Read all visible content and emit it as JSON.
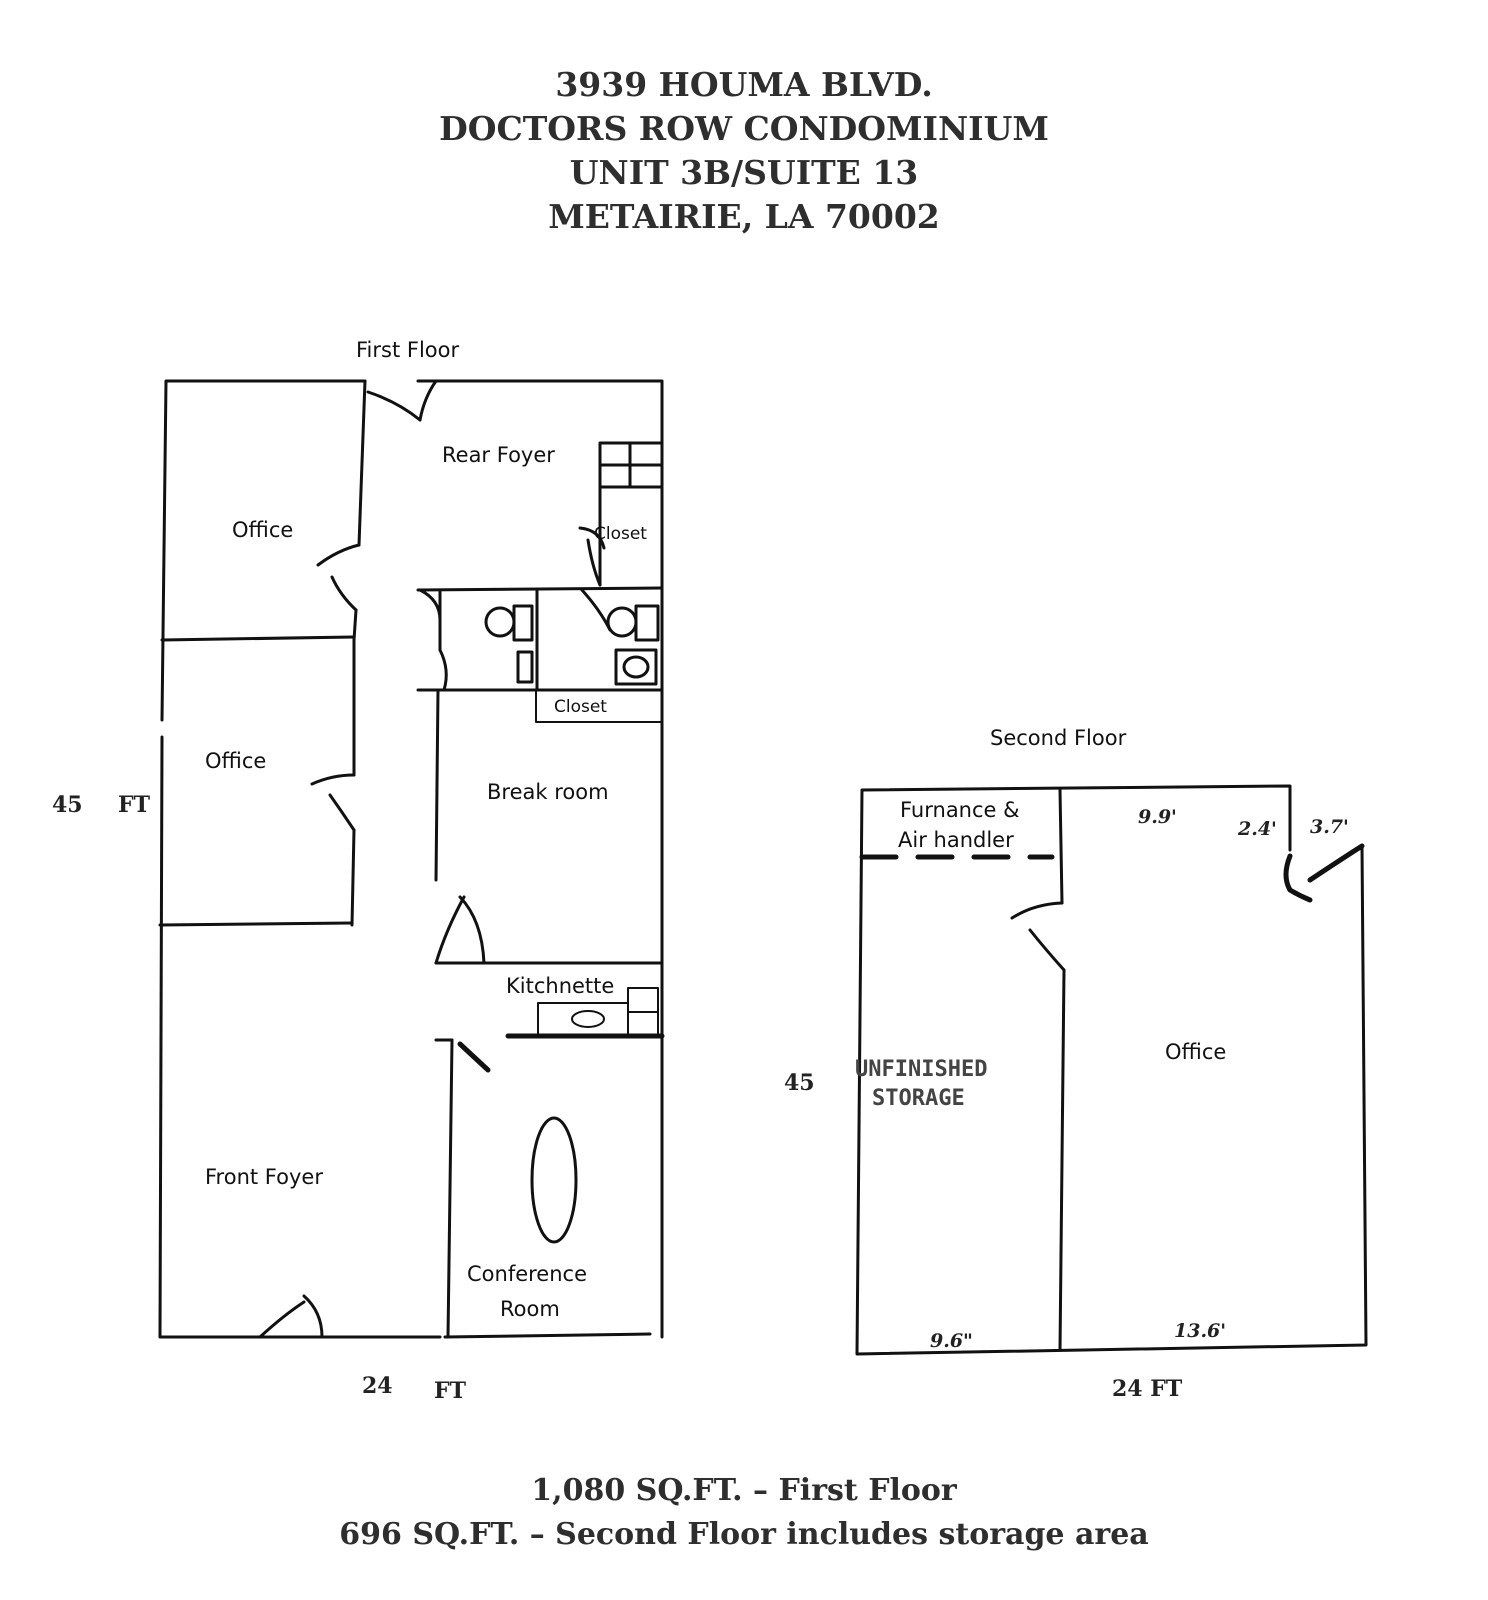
{
  "header": {
    "line1": "3939 HOUMA BLVD.",
    "line2": "DOCTORS ROW CONDOMINIUM",
    "line3": "UNIT 3B/SUITE 13",
    "line4": "METAIRIE, LA 70002"
  },
  "first_floor": {
    "title": "First Floor",
    "rooms": {
      "rear_foyer": "Rear Foyer",
      "office_top": "Office",
      "closet_top": "Closet",
      "office_middle": "Office",
      "closet_middle": "Closet",
      "break_room": "Break room",
      "kitchnette": "Kitchnette",
      "front_foyer": "Front Foyer",
      "conference_line1": "Conference",
      "conference_line2": "Room"
    },
    "depth_value": "45",
    "depth_unit": "FT",
    "width_value": "24",
    "width_unit": "FT"
  },
  "second_floor": {
    "title": "Second Floor",
    "rooms": {
      "furnace_line1": "Furnance &",
      "furnace_line2": "Air handler",
      "storage_line1": "UNFINISHED",
      "storage_line2": "STORAGE",
      "office": "Office"
    },
    "depth_value": "45",
    "width_label": "24 FT",
    "handwritten": {
      "top_left": "9.9'",
      "top_mid": "2.4'",
      "top_right": "3.7'",
      "bottom_left": "9.6\"",
      "bottom_right": "13.6'"
    }
  },
  "footer": {
    "line1": "1,080 SQ.FT. – First Floor",
    "line2": "696 SQ.FT. – Second Floor includes storage area"
  }
}
